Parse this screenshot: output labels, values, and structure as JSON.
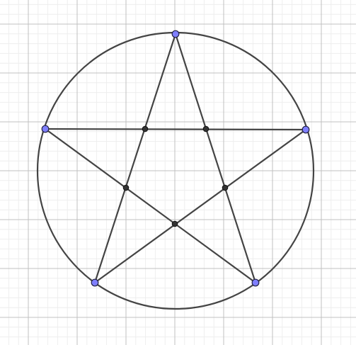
{
  "diagram": {
    "kind": "pentagram inscribed in circle",
    "grid": true,
    "colors": {
      "background": "#ffffff",
      "grid_minor": "#eeeeee",
      "grid_major": "#c0c0c0",
      "stroke": "#444444",
      "free_point_fill": "#7f7fff",
      "free_point_stroke": "#222244",
      "intersection_fill": "#333333"
    },
    "free_points_count": 5,
    "intersection_points_count": 5,
    "segments_count": 5
  }
}
